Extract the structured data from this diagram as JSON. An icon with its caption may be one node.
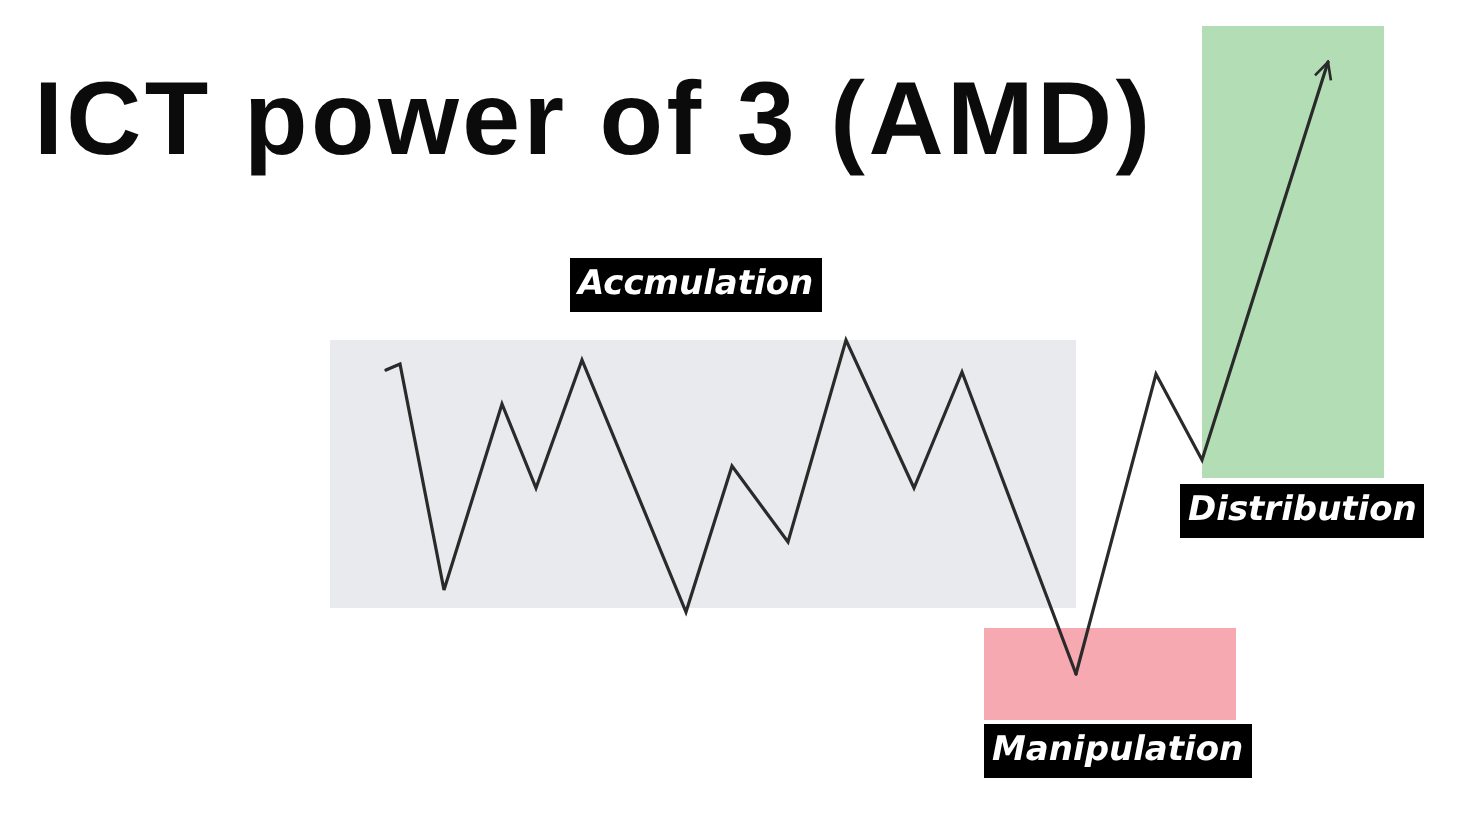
{
  "diagram": {
    "title": "ICT power of 3 (AMD)",
    "nodes": [
      {
        "text": [
          "Accmulation"
        ]
      },
      {
        "text": [
          "Manipulation"
        ]
      },
      {
        "text": [
          "Distribution"
        ]
      }
    ],
    "edges": [
      {
        "from": 0,
        "to": 1,
        "arrow": "none"
      },
      {
        "from": 1,
        "to": 2,
        "arrow": "to"
      }
    ]
  }
}
